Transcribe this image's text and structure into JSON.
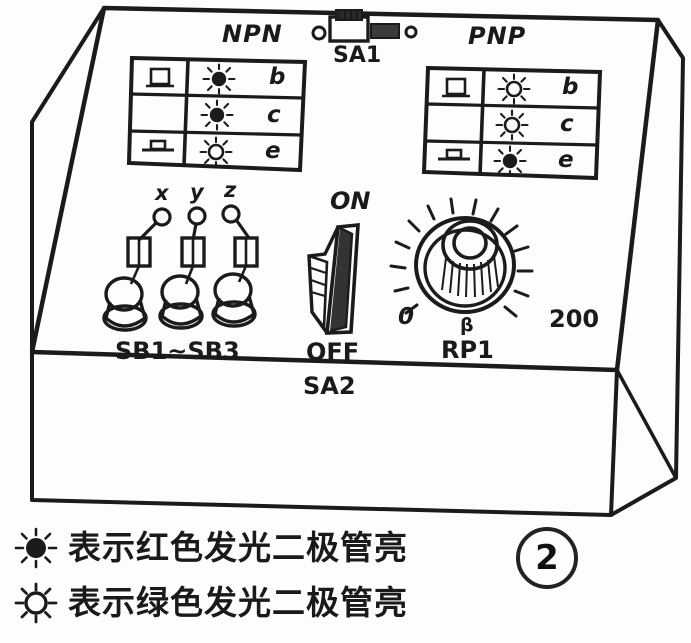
{
  "figure": {
    "number": "2",
    "caption_role": "transistor-tester-front-panel-illustration"
  },
  "panel": {
    "tables": [
      {
        "id": "npn",
        "title": "NPN",
        "rows": [
          {
            "pkg_icon": "transistor-package-flat-icon",
            "led": "red-led-lit-icon",
            "pin": "b"
          },
          {
            "pkg_icon": "",
            "led": "red-led-lit-icon",
            "pin": "c"
          },
          {
            "pkg_icon": "transistor-package-side-icon",
            "led": "green-led-lit-icon",
            "pin": "e"
          }
        ]
      },
      {
        "id": "pnp",
        "title": "PNP",
        "rows": [
          {
            "pkg_icon": "transistor-package-flat-icon",
            "led": "green-led-lit-icon",
            "pin": "b"
          },
          {
            "pkg_icon": "",
            "led": "green-led-lit-icon",
            "pin": "c"
          },
          {
            "pkg_icon": "transistor-package-side-icon",
            "led": "red-led-lit-icon",
            "pin": "e"
          }
        ]
      }
    ],
    "slide_switch": {
      "label": "SA1",
      "icon": "slide-switch-icon"
    },
    "jacks": {
      "labels": [
        "x",
        "y",
        "z"
      ],
      "group_label": "SB1~SB3"
    },
    "rocker_switch": {
      "label": "SA2",
      "on_label": "ON",
      "off_label": "OFF"
    },
    "knob": {
      "label": "RP1",
      "param": "β",
      "scale_min": "0",
      "scale_max": "200",
      "ticks": 13
    }
  },
  "legend": {
    "items": [
      {
        "icon": "red-led-lit-icon",
        "text": "表示红色发光二极管亮"
      },
      {
        "icon": "green-led-lit-icon",
        "text": "表示绿色发光二极管亮"
      }
    ]
  },
  "colors": {
    "ink": "#1b1b1b",
    "paper": "#fdfdfd"
  }
}
